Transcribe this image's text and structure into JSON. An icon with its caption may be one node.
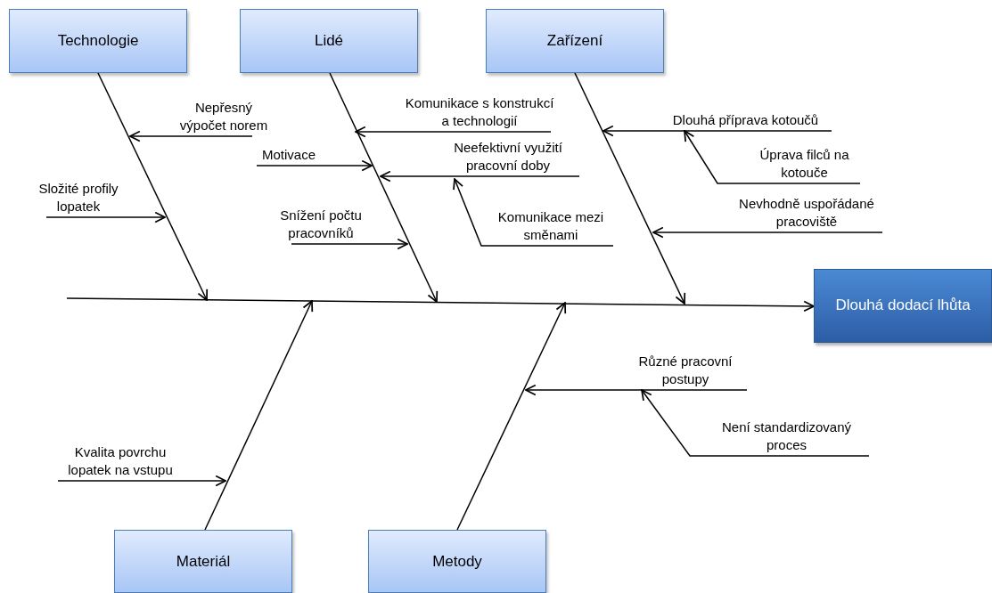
{
  "diagram": {
    "nodes": [
      {
        "text": [
          "Technologie"
        ]
      },
      {
        "text": [
          "Lidé"
        ]
      },
      {
        "text": [
          "Zařízení"
        ]
      },
      {
        "text": [
          "Dlouhá dodací lhůta"
        ]
      },
      {
        "text": [
          "Materiál"
        ]
      },
      {
        "text": [
          "Metody"
        ]
      },
      {
        "text": [
          "Nepřesný výpočet norem"
        ]
      },
      {
        "text": [
          "Složité profily lopatek"
        ]
      },
      {
        "text": [
          "Komunikace s konstrukcí a technologií"
        ]
      },
      {
        "text": [
          "Motivace"
        ]
      },
      {
        "text": [
          "Neefektivní využití pracovní doby"
        ]
      },
      {
        "text": [
          "Komunikace mezi směnami"
        ]
      },
      {
        "text": [
          "Snížení počtu pracovníků"
        ]
      },
      {
        "text": [
          "Dlouhá příprava kotoučů"
        ]
      },
      {
        "text": [
          "Úprava filců na kotouče"
        ]
      },
      {
        "text": [
          "Nevhodně uspořádané pracoviště"
        ]
      },
      {
        "text": [
          "Kvalita povrchu lopatek na vstupu"
        ]
      },
      {
        "text": [
          "Různé pracovní postupy"
        ]
      },
      {
        "text": [
          "Není standardizovaný proces"
        ]
      }
    ],
    "edges": [
      {
        "from": null,
        "to": 3,
        "arrow": "to"
      },
      {
        "from": 0,
        "to": null,
        "arrow": "to"
      },
      {
        "from": 1,
        "to": null,
        "arrow": "to"
      },
      {
        "from": 2,
        "to": null,
        "arrow": "to"
      },
      {
        "from": 4,
        "to": null,
        "arrow": "to"
      },
      {
        "from": 5,
        "to": null,
        "arrow": "to"
      },
      {
        "from": 6,
        "to": null,
        "arrow": "to"
      },
      {
        "from": 7,
        "to": null,
        "arrow": "to"
      },
      {
        "from": 8,
        "to": null,
        "arrow": "to"
      },
      {
        "from": 9,
        "to": null,
        "arrow": "to"
      },
      {
        "from": 10,
        "to": null,
        "arrow": "to"
      },
      {
        "from": 11,
        "to": 10,
        "arrow": "to"
      },
      {
        "from": 12,
        "to": null,
        "arrow": "to"
      },
      {
        "from": 13,
        "to": null,
        "arrow": "to"
      },
      {
        "from": 14,
        "to": 13,
        "arrow": "to"
      },
      {
        "from": 15,
        "to": null,
        "arrow": "to"
      },
      {
        "from": 16,
        "to": null,
        "arrow": "to"
      },
      {
        "from": 17,
        "to": null,
        "arrow": "to"
      },
      {
        "from": 18,
        "to": 17,
        "arrow": "to"
      }
    ]
  }
}
